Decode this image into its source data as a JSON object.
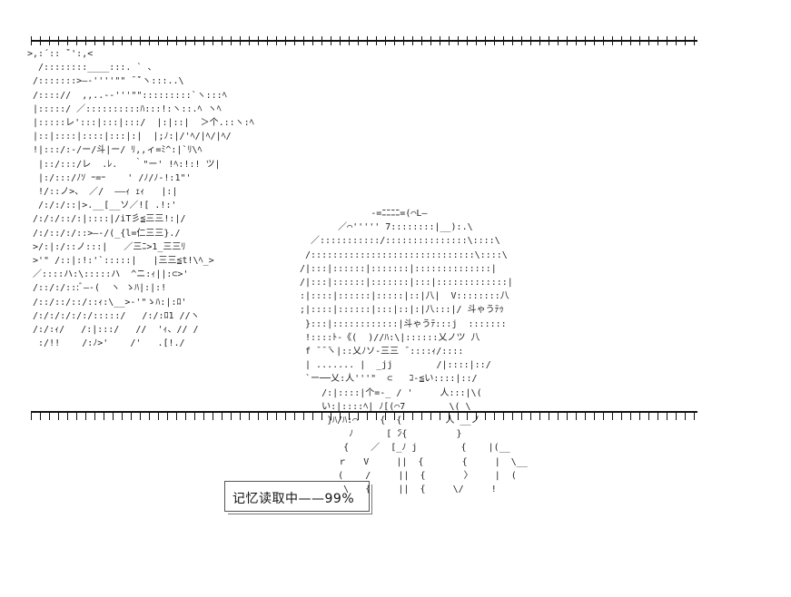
{
  "loading": {
    "label": "记忆读取中——99%"
  },
  "art": {
    "girl": ">,:´:: ̄`':,<\n  /::::::::____:::. ` 、\n /:::::::>―‐''''\"\" ̄ ̄`ヽ:::..\\\n /:::://  ,,..-‐'''\"\":::::::::`ヽ:::ﾍ\n |:::::/ ／::::::::::ﾊ:::!:ヽ::.ﾍ ヽﾍ\n |:::::レ':::|:::|:::/  |:|::|  ＞个.::ヽ:ﾍ\n |::|::::|::::|:::|:|  |;ﾉ:|/'ﾍ/|ﾍ/|ﾍ/\n !|:::/:-/ー/斗|ー/ ﾘ,,ィ=ﾐ^:|`ﾘ\\ﾍ\n  |::/:::/レ  .ﾚ.   ｀\"ー' !ﾍ:!:! ツ|\n  |:/:::/ﾉｿ ｰ=ｰ    ' /ﾉ/ﾉ-!:1\"'\n  !/::ノ>、 ／/  ――ｨ ｪｨ   |:|\n  /:/:/::|>.__[__ソ／![ .!:'\n /:/:/::/:|::::|/iT彡≦三三!:|/\n /:/::/:/::>―-/(_{l=仁三三}./\n >/:|:/::ノ:::|   ／三ﾆ>1_三三ﾘ\n >'\" /::|:!:'`:::::|   |三三≦t!\\ﾍ_>\n ／::::ハ:\\:::::ハ  ^ニ:ｨ||:⊂>'\n /::/:/:::ﾞ―‐(  ヽ ゝﾊ|:|:!\n /::/::/::/::ｨ:\\__>-'\"ゝﾊ:|:ﾛ'\n /:/:/:/:/:/:::::/   /:/:ﾛ1 //ヽ\n /:/:ｨ/   /:|:::/   //  'ｨ、// /\n  :/!!    /:ﾉ>'    /'   .[!./",
    "horse": "             -=ﾆﾆﾆﾆ=(⌒L―\n       ／⌒''''' 7::::::::|__):.\\\n  ／:::::::::::/:::::::::::::::\\::::\\\n /::::::::::::::::::::::::::::::\\::::\\\n/|:::|::::::|:::::::|::::::::::::::|\n/|:::|::::::|:::::::|:::|:::::::::::::|\n:|::::|::::::|:::::|::|八|  V::::::::八\n;|::::|::::::|:::|::|:|八:::|/ 斗ゃうﾃｩ\n }:::|::::::::::::|斗ゃうﾃ:::j  :::::::\n !::::ﾄ-《(  )//ﾊ:\\|::::::乂ノツ 八\n f ̄ ̄ ̄ヽ|::乂ﾉソ-三三 ̄ ::::ｨ/::::\n | ....... |  _jj        /|::::|::/\n `ー──乂:人'''\"  ⊂   ｺ-≦い::::|::/\n    /:|::::|个=-_ / '     人:::|\\(\n    い:|::::ﾍ|_ﾉ[(⌒7        \\( \\\n     }ﾊ/ﾊ:⌒    {  {        人 __ノ\n         ﾉ      [ ̄ﾝ{         }\n        {    ／  [_ﾉ j        {    |(__\n       ｒ   V     ||  {       {     |  \\__\n       (    /     ||  {       〉    |  (\n        \\   {     ||  {     \\/     !"
  }
}
